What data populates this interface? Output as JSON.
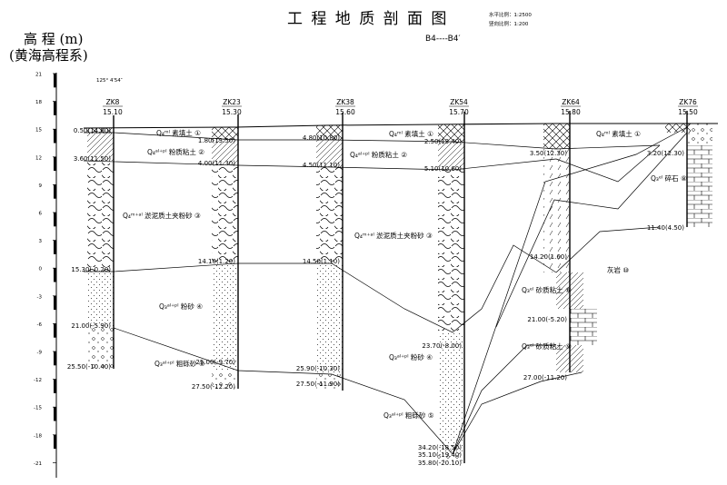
{
  "header": {
    "title": "工 程 地 质 剖 面 图",
    "section": "B4----B4′",
    "scale_h": "水平比例：1:2500",
    "scale_v": "竖向比例：1:200"
  },
  "axis": {
    "title": "高 程 (m)",
    "subtitle": "(黄海高程系)",
    "ticks": [
      "21",
      "18",
      "15",
      "12",
      "9",
      "6",
      "3",
      "0",
      "-3",
      "-6",
      "-9",
      "-12",
      "-15",
      "-18",
      "-21"
    ]
  },
  "coordinate_note": "125° 4′54″",
  "boreholes": [
    {
      "name": "ZK8",
      "elev": "15.10",
      "depths": [
        "0.50(14.60)",
        "3.60(11.50)",
        "15.30(-0.20)",
        "21.00(-5.90)",
        "25.50(-10.40)"
      ]
    },
    {
      "name": "ZK23",
      "elev": "15.30",
      "depths": [
        "1.80(13.50)",
        "4.00(11.30)",
        "14.10(1.20)",
        "25.00(-9.70)",
        "27.50(-12.20)"
      ]
    },
    {
      "name": "ZK38",
      "elev": "15.60",
      "depths": [
        "4.80(10.80)",
        "4.50(11.10)",
        "14.50(1.10)",
        "25.90(-10.30)",
        "27.50(-11.90)"
      ]
    },
    {
      "name": "ZK54",
      "elev": "15.70",
      "depths": [
        "2.50(13.40)",
        "5.10(10.60)",
        "23.70(-8.00)",
        "34.20(-18.50)",
        "35.10(-19.40)",
        "35.80(-20.10)"
      ]
    },
    {
      "name": "ZK64",
      "elev": "15.80",
      "depths": [
        "3.50(12.30)",
        "14.20(1.60)",
        "21.00(-5.20)",
        "27.00(-11.20)"
      ]
    },
    {
      "name": "ZK76",
      "elev": "15.50",
      "depths": [
        "3.20(12.30)",
        "11.40(4.50)"
      ]
    }
  ],
  "layer_labels": [
    {
      "text": "Q₄ᵐˡ 素填土",
      "num": "①"
    },
    {
      "text": "Q₄ᵃˡ⁺ᵖˡ 粉质粘土",
      "num": "②"
    },
    {
      "text": "Q₄ᵐ⁺ᵃˡ 淤泥质土夹粉砂",
      "num": "③"
    },
    {
      "text": "Q₃ᵃˡ⁺ᵖˡ 粉砂",
      "num": "④"
    },
    {
      "text": "Q₃ᵃˡ⁺ᵖˡ 粗砾砂",
      "num": "⑤"
    },
    {
      "text": "Q₄ᵐˡ 素填土",
      "num": "①"
    },
    {
      "text": "Q₄ᵃˡ⁺ᵖˡ 粉质粘土",
      "num": "②"
    },
    {
      "text": "Q₄ᵐ⁺ᵃˡ 淤泥质土夹粉砂",
      "num": "③"
    },
    {
      "text": "Q₃ᵃˡ⁺ᵖˡ 粉砂",
      "num": "④"
    },
    {
      "text": "Q₃ᵃˡ⁺ᵖˡ 粗砾砂",
      "num": "⑤"
    },
    {
      "text": "Q₄ᵐˡ 素填土",
      "num": "①"
    },
    {
      "text": "Q₃ᵉˡ 砂质粘土",
      "num": "⑥"
    },
    {
      "text": "Q₃ᵉˡ 砂质粘土",
      "num": "⑨"
    },
    {
      "text": "Q₃ᵉˡ 碎石",
      "num": "⑧"
    },
    {
      "text": "灰岩",
      "num": "⑩"
    }
  ]
}
